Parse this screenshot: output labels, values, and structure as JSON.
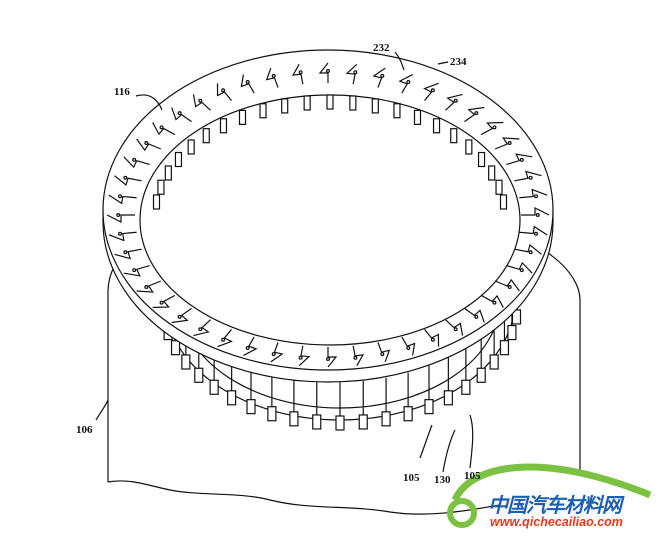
{
  "figure": {
    "labels": {
      "ring": "116",
      "ring_inner_feature": "232",
      "ring_outer_edge": "234",
      "core": "106",
      "pin_left": "105",
      "pin_gap": "130",
      "pin_right": "105"
    }
  },
  "watermark": {
    "title": "中国汽车材料网",
    "url": "www.qichecailiao.com",
    "colors": {
      "arc": "#7cc242",
      "title": "#1c5fb0",
      "url": "#e03a1a"
    }
  }
}
